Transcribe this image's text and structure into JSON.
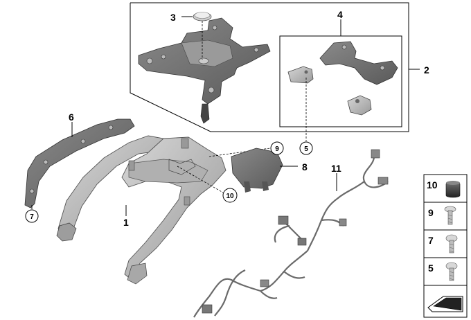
{
  "diagram": {
    "callouts": {
      "c1": "1",
      "c2": "2",
      "c3": "3",
      "c4": "4",
      "c5": "5",
      "c6": "6",
      "c7": "7",
      "c8": "8",
      "c9": "9",
      "c10": "10",
      "c11": "11"
    },
    "legend": {
      "items": [
        {
          "label": "10",
          "icon": "rubber-cap-icon"
        },
        {
          "label": "9",
          "icon": "screw-icon"
        },
        {
          "label": "7",
          "icon": "screw-icon"
        },
        {
          "label": "5",
          "icon": "screw-icon"
        }
      ],
      "footer_icon": "wedge-symbol-icon"
    },
    "colors": {
      "part_dark": "#707070",
      "part_mid": "#8c8c8c",
      "part_light": "#bdbdbd",
      "line": "#000000"
    }
  }
}
